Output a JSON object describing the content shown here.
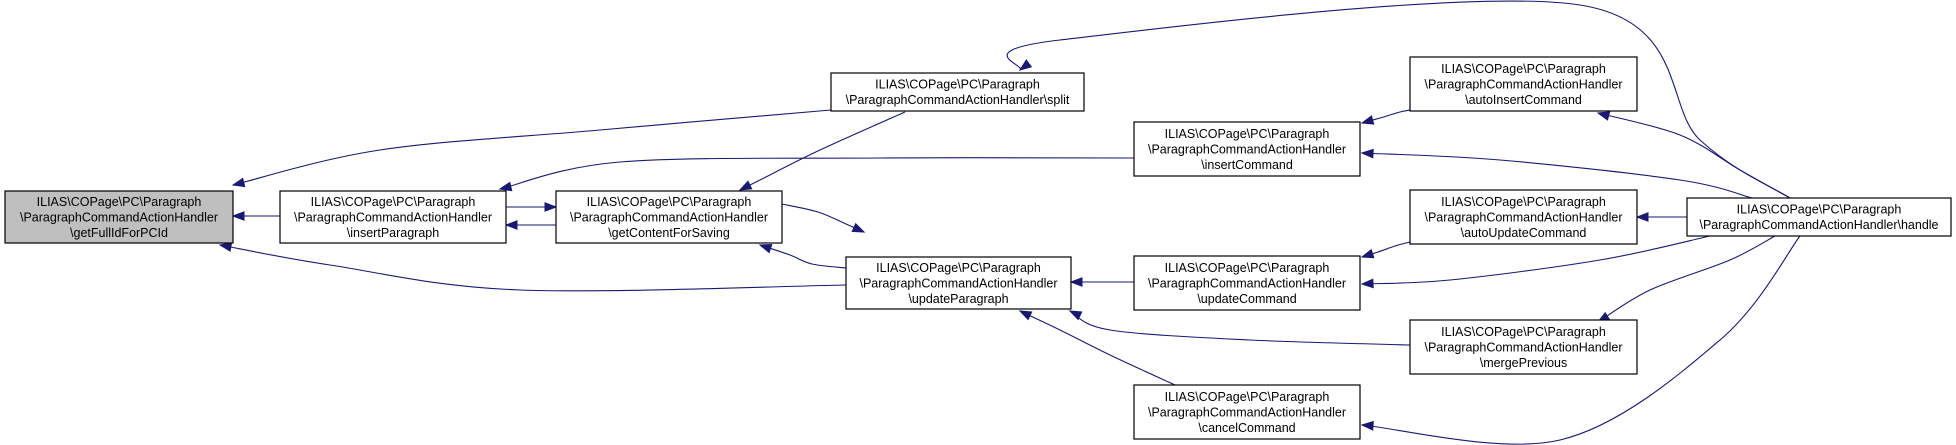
{
  "colors": {
    "edge": "#191970",
    "node_fill": "#ffffff",
    "focus_fill": "#bfbfbf",
    "border": "#000000"
  },
  "graph": {
    "nodes": [
      {
        "id": "getFullId",
        "focus": true,
        "lines": [
          "ILIAS\\COPage\\PC\\Paragraph",
          "\\ParagraphCommandActionHandler",
          "\\getFullIdForPCId"
        ]
      },
      {
        "id": "insertParagraph",
        "lines": [
          "ILIAS\\COPage\\PC\\Paragraph",
          "\\ParagraphCommandActionHandler",
          "\\insertParagraph"
        ]
      },
      {
        "id": "getContentForSaving",
        "lines": [
          "ILIAS\\COPage\\PC\\Paragraph",
          "\\ParagraphCommandActionHandler",
          "\\getContentForSaving"
        ]
      },
      {
        "id": "split",
        "lines": [
          "ILIAS\\COPage\\PC\\Paragraph",
          "\\ParagraphCommandActionHandler\\split"
        ]
      },
      {
        "id": "updateParagraph",
        "lines": [
          "ILIAS\\COPage\\PC\\Paragraph",
          "\\ParagraphCommandActionHandler",
          "\\updateParagraph"
        ]
      },
      {
        "id": "insertCommand",
        "lines": [
          "ILIAS\\COPage\\PC\\Paragraph",
          "\\ParagraphCommandActionHandler",
          "\\insertCommand"
        ]
      },
      {
        "id": "updateCommand",
        "lines": [
          "ILIAS\\COPage\\PC\\Paragraph",
          "\\ParagraphCommandActionHandler",
          "\\updateCommand"
        ]
      },
      {
        "id": "cancelCommand",
        "lines": [
          "ILIAS\\COPage\\PC\\Paragraph",
          "\\ParagraphCommandActionHandler",
          "\\cancelCommand"
        ]
      },
      {
        "id": "autoInsertCommand",
        "lines": [
          "ILIAS\\COPage\\PC\\Paragraph",
          "\\ParagraphCommandActionHandler",
          "\\autoInsertCommand"
        ]
      },
      {
        "id": "autoUpdateCommand",
        "lines": [
          "ILIAS\\COPage\\PC\\Paragraph",
          "\\ParagraphCommandActionHandler",
          "\\autoUpdateCommand"
        ]
      },
      {
        "id": "mergePrevious",
        "lines": [
          "ILIAS\\COPage\\PC\\Paragraph",
          "\\ParagraphCommandActionHandler",
          "\\mergePrevious"
        ]
      },
      {
        "id": "handle",
        "lines": [
          "ILIAS\\COPage\\PC\\Paragraph",
          "\\ParagraphCommandActionHandler\\handle"
        ]
      }
    ],
    "edges": [
      {
        "from": "insertParagraph",
        "to": "getFullId"
      },
      {
        "from": "split",
        "to": "getFullId"
      },
      {
        "from": "updateParagraph",
        "to": "getFullId"
      },
      {
        "from": "getContentForSaving",
        "to": "insertParagraph"
      },
      {
        "from": "insertCommand",
        "to": "insertParagraph"
      },
      {
        "from": "insertParagraph",
        "to": "getContentForSaving"
      },
      {
        "from": "split",
        "to": "getContentForSaving"
      },
      {
        "from": "updateParagraph",
        "to": "getContentForSaving"
      },
      {
        "from": "getContentForSaving",
        "to": "updateParagraph"
      },
      {
        "from": "updateCommand",
        "to": "updateParagraph"
      },
      {
        "from": "mergePrevious",
        "to": "updateParagraph"
      },
      {
        "from": "cancelCommand",
        "to": "updateParagraph"
      },
      {
        "from": "handle",
        "to": "split"
      },
      {
        "from": "autoInsertCommand",
        "to": "insertCommand"
      },
      {
        "from": "handle",
        "to": "insertCommand"
      },
      {
        "from": "autoUpdateCommand",
        "to": "updateCommand"
      },
      {
        "from": "handle",
        "to": "updateCommand"
      },
      {
        "from": "handle",
        "to": "cancelCommand"
      },
      {
        "from": "handle",
        "to": "autoInsertCommand"
      },
      {
        "from": "handle",
        "to": "autoUpdateCommand"
      },
      {
        "from": "handle",
        "to": "mergePrevious"
      }
    ]
  }
}
